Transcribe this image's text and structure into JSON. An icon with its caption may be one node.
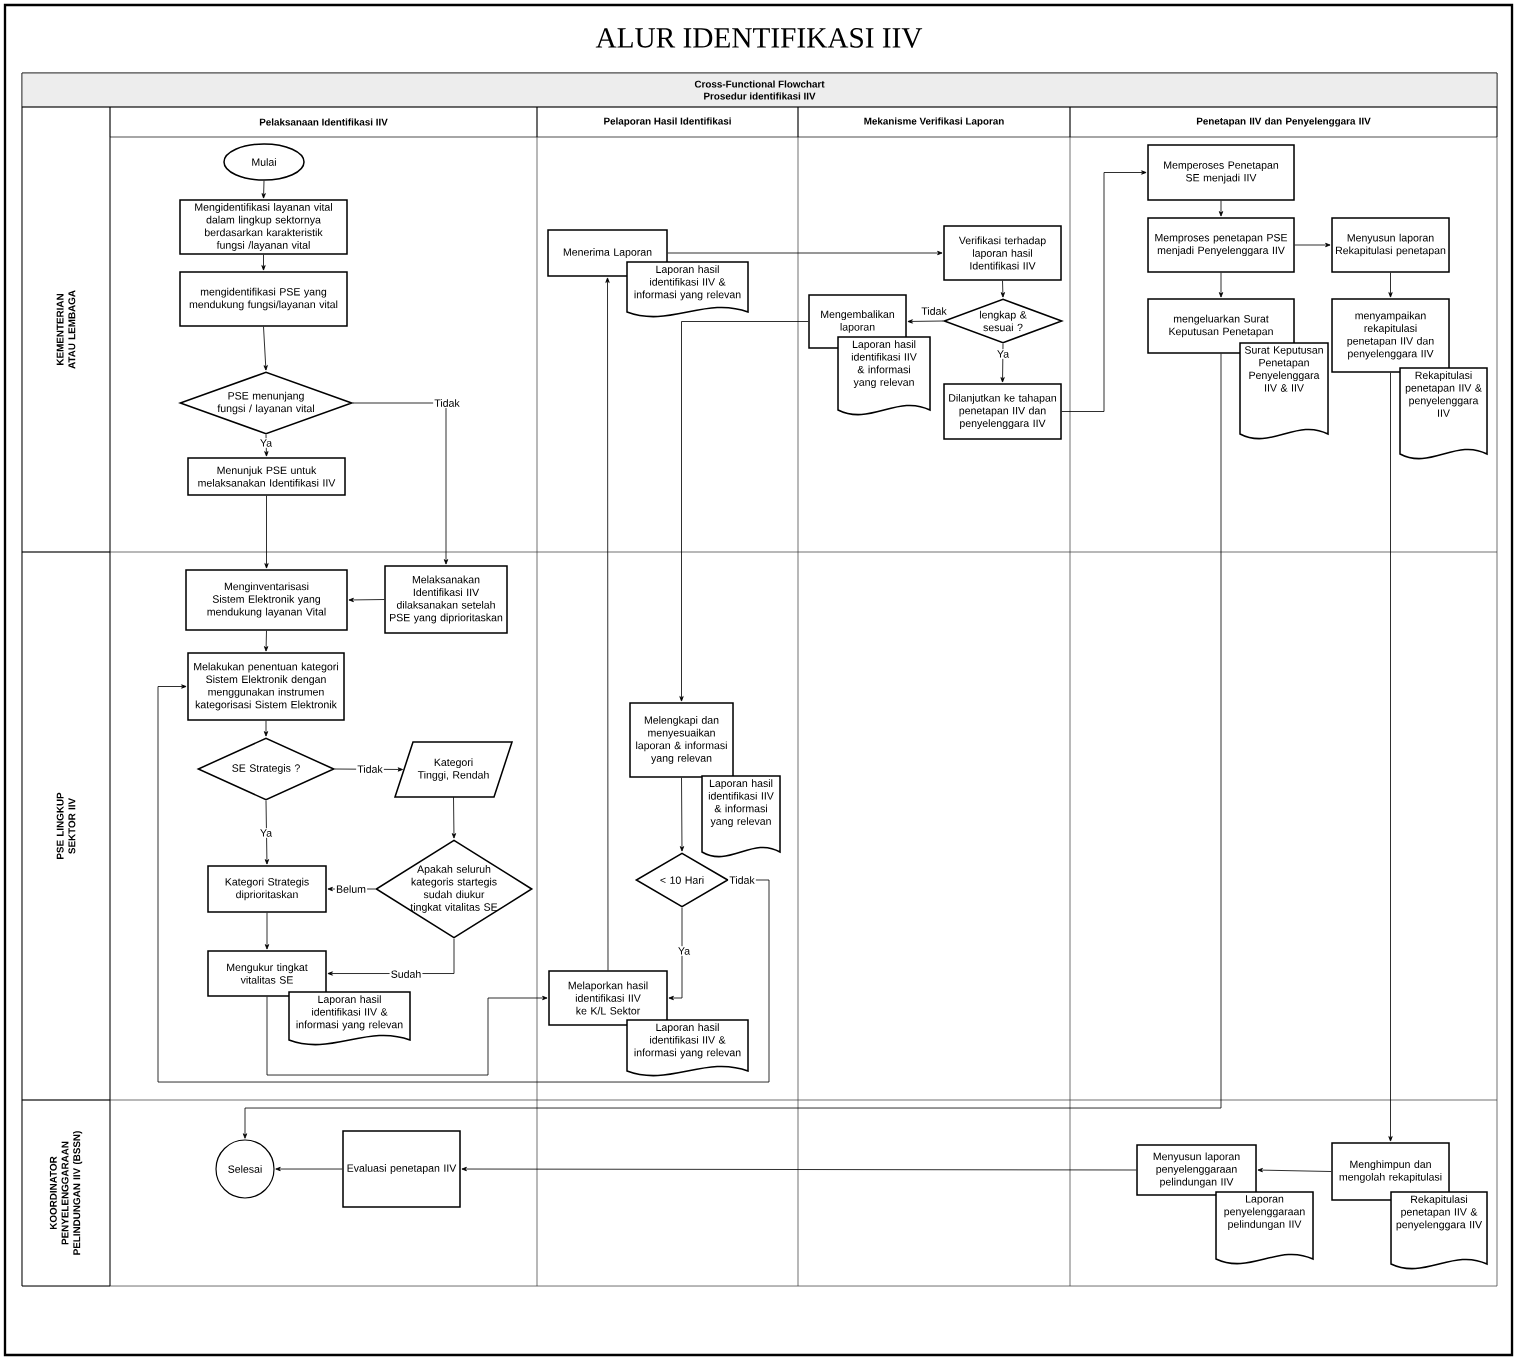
{
  "diagram": {
    "title": "ALUR IDENTIFIKASI IIV",
    "nodes": [
      {
        "text": [
          "Cross-Functional Flowchart",
          "Prosedur identifikasi IIV"
        ]
      },
      {
        "text": [
          "Pelaksanaan Identifikasi IIV"
        ]
      },
      {
        "text": [
          "Pelaporan Hasil Identifikasi"
        ]
      },
      {
        "text": [
          "Mekanisme Verifikasi Laporan"
        ]
      },
      {
        "text": [
          "Penetapan IIV dan Penyelenggara IIV"
        ]
      },
      {
        "text": [
          "KEMENTERIAN ATAU LEMBAGA"
        ]
      },
      {
        "text": [
          "PSE LINGKUP SEKTOR IIV"
        ]
      },
      {
        "text": [
          "KOORDINATOR PENYELENGGARAAN PELINDUNGAN IIV (BSSN)"
        ]
      },
      {
        "text": [
          "Mulai"
        ]
      },
      {
        "text": [
          "Mengidentifikasi layanan vital dalam lingkup sektornya berdasarkan karakteristik fungsi /layanan vital"
        ]
      },
      {
        "text": [
          "mengidentifikasi PSE yang mendukung fungsi/layanan vital"
        ]
      },
      {
        "text": [
          "PSE menunjang fungsi / layanan vital"
        ]
      },
      {
        "text": [
          "Menunjuk PSE untuk melaksanakan Identifikasi IIV"
        ]
      },
      {
        "text": [
          "Menginventarisasi Sistem Elektronik yang mendukung layanan Vital"
        ]
      },
      {
        "text": [
          "Melaksanakan Identifikasi IIV dilaksanakan setelah PSE yang diprioritaskan"
        ]
      },
      {
        "text": [
          "Melakukan penentuan kategori Sistem Elektronik dengan menggunakan instrumen kategorisasi Sistem Elektronik"
        ]
      },
      {
        "text": [
          "SE Strategis ?"
        ]
      },
      {
        "text": [
          "Kategori Tinggi, Rendah"
        ]
      },
      {
        "text": [
          "Apakah seluruh kategoris startegis sudah diukur tingkat vitalitas SE"
        ]
      },
      {
        "text": [
          "Kategori Strategis diprioritaskan"
        ]
      },
      {
        "text": [
          "Mengukur tingkat vitalitas SE"
        ]
      },
      {
        "text": [
          "Laporan hasil identifikasi IIV & informasi yang relevan"
        ]
      },
      {
        "text": [
          "Menerima Laporan"
        ]
      },
      {
        "text": [
          "Laporan hasil identifikasi IIV & informasi yang relevan"
        ]
      },
      {
        "text": [
          "Verifikasi terhadap laporan hasil Identifikasi IIV"
        ]
      },
      {
        "text": [
          "lengkap & sesuai ?"
        ]
      },
      {
        "text": [
          "Mengembalikan laporan"
        ]
      },
      {
        "text": [
          "Laporan hasil identifikasi IIV & informasi yang relevan"
        ]
      },
      {
        "text": [
          "Dilanjutkan ke tahapan penetapan IIV dan penyelenggara IIV"
        ]
      },
      {
        "text": [
          "Melengkapi dan menyesuaikan laporan & informasi yang relevan"
        ]
      },
      {
        "text": [
          "Laporan hasil identifikasi IIV & informasi yang relevan"
        ]
      },
      {
        "text": [
          "< 10 Hari"
        ]
      },
      {
        "text": [
          "Melaporkan hasil identifikasi IIV ke K/L Sektor"
        ]
      },
      {
        "text": [
          "Laporan hasil identifikasi IIV & informasi yang relevan"
        ]
      },
      {
        "text": [
          "Memperoses Penetapan SE menjadi IIV"
        ]
      },
      {
        "text": [
          "Memproses penetapan PSE menjadi Penyelenggara IIV"
        ]
      },
      {
        "text": [
          "Menyusun laporan Rekapitulasi penetapan"
        ]
      },
      {
        "text": [
          "mengeluarkan Surat Keputusan Penetapan"
        ]
      },
      {
        "text": [
          "Surat Keputusan Penetapan Penyelenggara IIV & IIV"
        ]
      },
      {
        "text": [
          "menyampaikan rekapitulasi penetapan IIV dan penyelenggara IIV"
        ]
      },
      {
        "text": [
          "Rekapitulasi penetapan IIV & penyelenggara IIV"
        ]
      },
      {
        "text": [
          "Selesai"
        ]
      },
      {
        "text": [
          "Evaluasi penetapan IIV"
        ]
      },
      {
        "text": [
          "Menyusun laporan penyelenggaraan pelindungan IIV"
        ]
      },
      {
        "text": [
          "Laporan penyelenggaraan pelindungan IIV"
        ]
      },
      {
        "text": [
          "Menghimpun dan mengolah rekapitulasi"
        ]
      },
      {
        "text": [
          "Rekapitulasi penetapan IIV & penyelenggara IIV"
        ]
      }
    ],
    "edges": [
      {
        "from": 8,
        "to": 9,
        "arrow": "to"
      },
      {
        "from": 9,
        "to": 10,
        "arrow": "to"
      },
      {
        "from": 10,
        "to": 11,
        "arrow": "to"
      },
      {
        "from": 11,
        "to": 12,
        "arrow": "to",
        "label": "Ya"
      },
      {
        "from": 11,
        "to": 14,
        "arrow": "to",
        "label": "Tidak"
      },
      {
        "from": 12,
        "to": 13,
        "arrow": "to"
      },
      {
        "from": 14,
        "to": 13,
        "arrow": "to"
      },
      {
        "from": 13,
        "to": 15,
        "arrow": "to"
      },
      {
        "from": 15,
        "to": 16,
        "arrow": "to"
      },
      {
        "from": 16,
        "to": 17,
        "arrow": "to",
        "label": "Tidak"
      },
      {
        "from": 16,
        "to": 19,
        "arrow": "to",
        "label": "Ya"
      },
      {
        "from": 17,
        "to": 18,
        "arrow": "to"
      },
      {
        "from": 18,
        "to": 19,
        "arrow": "to",
        "label": "Belum"
      },
      {
        "from": 18,
        "to": 20,
        "arrow": "to",
        "label": "Sudah"
      },
      {
        "from": 19,
        "to": 20,
        "arrow": "to"
      },
      {
        "from": 20,
        "to": 32,
        "arrow": "to"
      },
      {
        "from": 32,
        "to": 22,
        "arrow": "to"
      },
      {
        "from": 22,
        "to": 24,
        "arrow": "to"
      },
      {
        "from": 24,
        "to": 25,
        "arrow": "to"
      },
      {
        "from": 25,
        "to": 26,
        "arrow": "to",
        "label": "Tidak"
      },
      {
        "from": 25,
        "to": 28,
        "arrow": "to",
        "label": "Ya"
      },
      {
        "from": 26,
        "to": 29,
        "arrow": "to"
      },
      {
        "from": 29,
        "to": 31,
        "arrow": "to"
      },
      {
        "from": 31,
        "to": 32,
        "arrow": "to",
        "label": "Ya"
      },
      {
        "from": 31,
        "to": 15,
        "arrow": "to",
        "label": "Tidak"
      },
      {
        "from": 28,
        "to": 34,
        "arrow": "to"
      },
      {
        "from": 34,
        "to": 35,
        "arrow": "to"
      },
      {
        "from": 35,
        "to": 36,
        "arrow": "to"
      },
      {
        "from": 35,
        "to": 37,
        "arrow": "to"
      },
      {
        "from": 36,
        "to": 39,
        "arrow": "to"
      },
      {
        "from": 37,
        "to": 41,
        "arrow": "to"
      },
      {
        "from": 39,
        "to": 45,
        "arrow": "to"
      },
      {
        "from": 45,
        "to": 43,
        "arrow": "to"
      },
      {
        "from": 43,
        "to": 42,
        "arrow": "to"
      },
      {
        "from": 42,
        "to": 41,
        "arrow": "to"
      }
    ]
  }
}
